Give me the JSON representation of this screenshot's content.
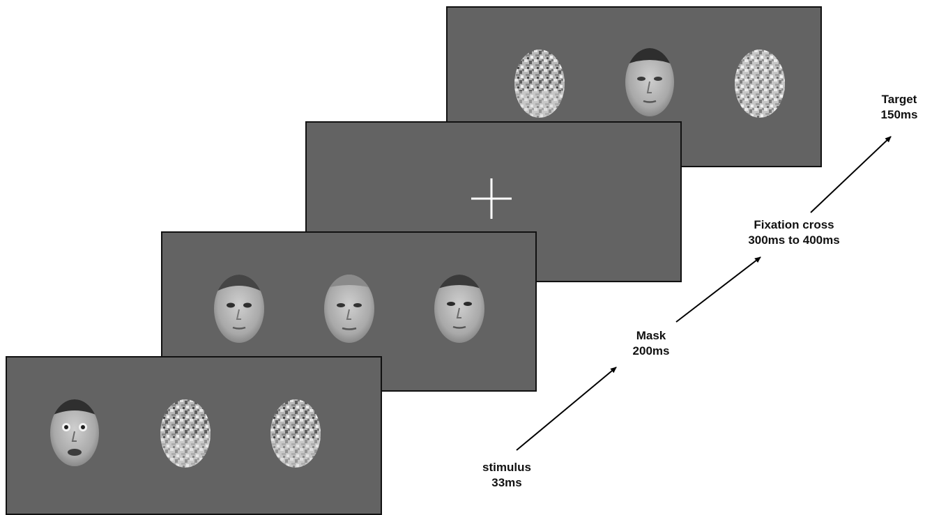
{
  "diagram": {
    "steps": [
      {
        "id": "target",
        "name": "Target",
        "duration": "150ms",
        "screen_content": "scrambled, neutral face, scrambled"
      },
      {
        "id": "fixation",
        "name": "Fixation cross",
        "duration": "300ms to 400ms",
        "screen_content": "fixation cross"
      },
      {
        "id": "mask",
        "name": "Mask",
        "duration": "200ms",
        "screen_content": "three neutral faces"
      },
      {
        "id": "stimulus",
        "name": "stimulus",
        "duration": "33ms",
        "screen_content": "fearful face, scrambled, scrambled"
      }
    ]
  },
  "colors": {
    "screen_bg": "#636363",
    "screen_border": "#111111",
    "text": "#111111",
    "cross": "#ffffff",
    "arrow": "#000000"
  }
}
